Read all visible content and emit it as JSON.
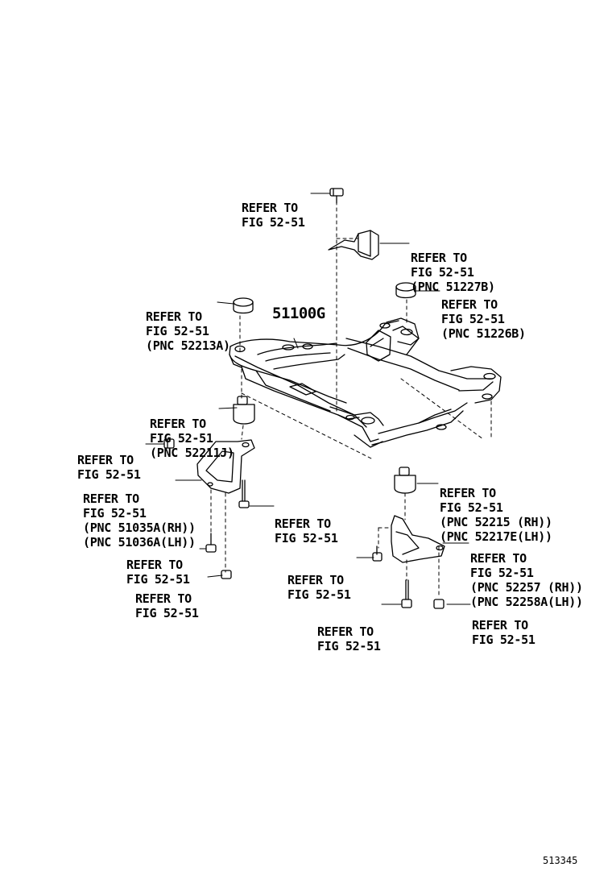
{
  "main_part_number": "51100G",
  "figure_number": "513345",
  "callouts": [
    {
      "id": "top-bolt",
      "lines": [
        "REFER TO",
        "FIG 52-51"
      ]
    },
    {
      "id": "stopper-upper",
      "lines": [
        "REFER TO",
        "FIG 52-51",
        "(PNC 51227B)"
      ]
    },
    {
      "id": "cushion-rear-upper-rh",
      "lines": [
        "REFER TO",
        "FIG 52-51",
        "(PNC 51226B)"
      ]
    },
    {
      "id": "cushion-front-upper",
      "lines": [
        "REFER TO",
        "FIG 52-51",
        "(PNC 52213A)"
      ]
    },
    {
      "id": "cushion-front-lower",
      "lines": [
        "REFER TO",
        "FIG 52-51",
        "(PNC 52211J)"
      ]
    },
    {
      "id": "nut-left",
      "lines": [
        "REFER TO",
        "FIG 52-51"
      ]
    },
    {
      "id": "brace-front",
      "lines": [
        "REFER TO",
        "FIG 52-51",
        "(PNC 51035A(RH))",
        "(PNC 51036A(LH))"
      ]
    },
    {
      "id": "bolt-front-long",
      "lines": [
        "REFER TO",
        "FIG 52-51"
      ]
    },
    {
      "id": "bolt-front-short",
      "lines": [
        "REFER TO",
        "FIG 52-51"
      ]
    },
    {
      "id": "nut-front-lower",
      "lines": [
        "REFER TO",
        "FIG 52-51"
      ]
    },
    {
      "id": "cushion-rear-lower",
      "lines": [
        "REFER TO",
        "FIG 52-51",
        "(PNC 52215 (RH))",
        "(PNC 52217E(LH))"
      ]
    },
    {
      "id": "brace-rear",
      "lines": [
        "REFER TO",
        "FIG 52-51",
        "(PNC 52257 (RH))",
        "(PNC 52258A(LH))"
      ]
    },
    {
      "id": "bolt-rear-short",
      "lines": [
        "REFER TO",
        "FIG 52-51"
      ]
    },
    {
      "id": "bolt-rear-long",
      "lines": [
        "REFER TO",
        "FIG 52-51"
      ]
    },
    {
      "id": "nut-rear-lower",
      "lines": [
        "REFER TO",
        "FIG 52-51"
      ]
    }
  ]
}
